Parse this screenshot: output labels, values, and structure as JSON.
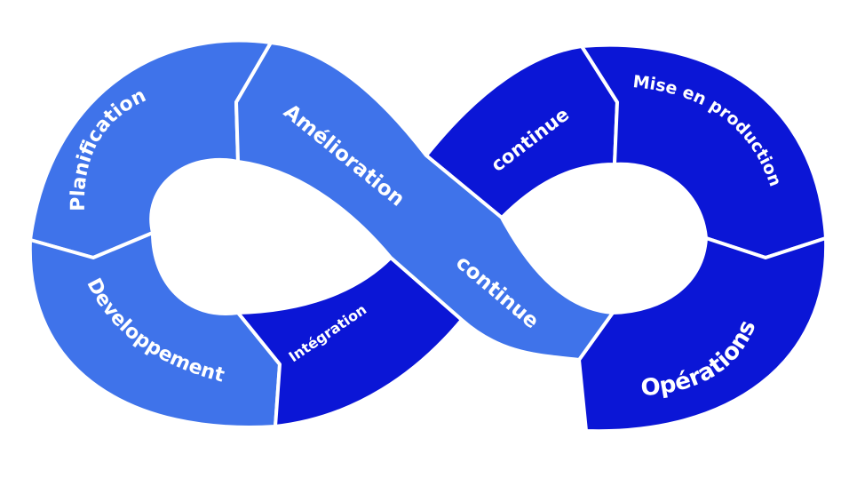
{
  "colors": {
    "light_blue": "#3f73ea",
    "dark_blue": "#0b16d6",
    "label": "#ffffff",
    "background": "#ffffff"
  },
  "labels": {
    "planification": "Planification",
    "developpement": "Developpement",
    "integration": "Intégration",
    "amelioration": "Amélioration",
    "continue_band": "continue",
    "continue_top": "continue",
    "mise_en_production": "Mise en production",
    "operations": "Opérations"
  }
}
